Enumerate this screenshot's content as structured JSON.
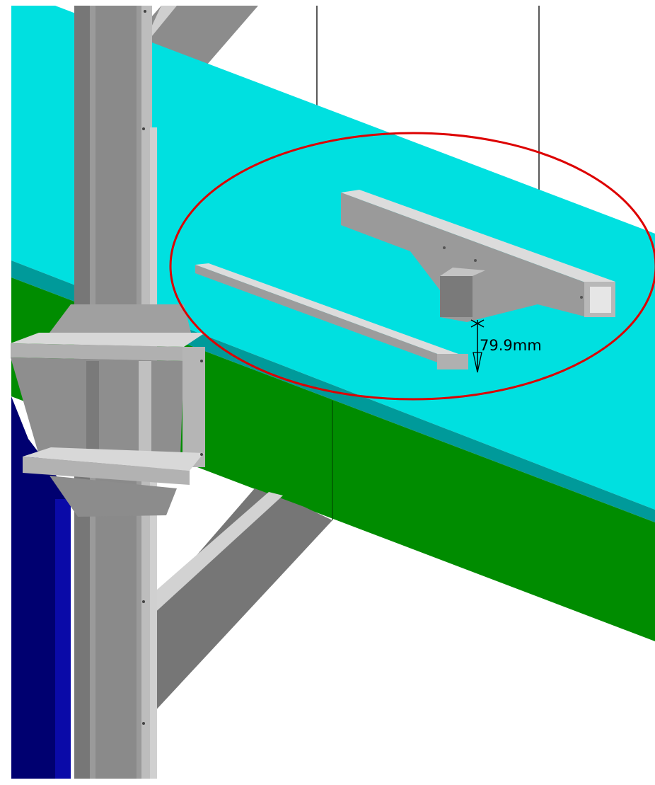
{
  "viewport": {
    "background": "#ffffff",
    "colors": {
      "platform_top": "#00e0e0",
      "platform_edge": "#009898",
      "beam_side": "#008a00",
      "column_dark": "#000070",
      "steel_light": "#c8c8c8",
      "steel_mid": "#9a9a9a",
      "steel_dark": "#6e6e6e",
      "highlight_circle": "#dd0000"
    },
    "parts": {
      "platform": "cyan-deck",
      "beam": "green-beam",
      "column": "steel-column",
      "brace": "diagonal-brace",
      "channel": "c-channel",
      "bracket": "box-bracket"
    }
  },
  "annotation": {
    "dimension_label": "79.9mm",
    "highlight": "red-ellipse"
  }
}
